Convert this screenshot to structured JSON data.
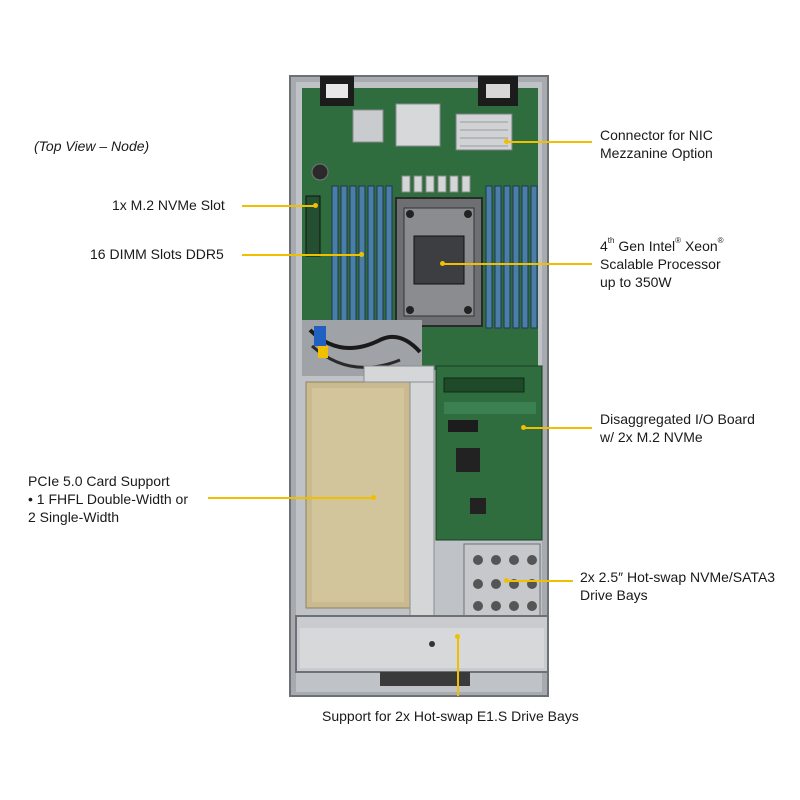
{
  "caption": "(Top View – Node)",
  "labels": {
    "nic_line1": "Connector for NIC",
    "nic_line2": "Mezzanine Option",
    "m2": "1x M.2 NVMe Slot",
    "dimm": "16 DIMM Slots DDR5",
    "cpu_gen_num": "4",
    "cpu_gen_sup": "th",
    "cpu_gen_rest": " Gen Intel",
    "cpu_reg1": "®",
    "cpu_xeon": " Xeon",
    "cpu_reg2": "®",
    "cpu_line2": "Scalable Processor",
    "cpu_line3": "up to 350W",
    "io_line1": "Disaggregated I/O Board",
    "io_line2": "w/ 2x M.2 NVMe",
    "pcie_line1": "PCIe 5.0 Card Support",
    "pcie_line2": "•  1 FHFL Double-Width or",
    "pcie_line3": "2 Single-Width",
    "drive_line1": "2x 2.5″ Hot-swap NVMe/SATA3",
    "drive_line2": "Drive Bays",
    "e1s": "Support for 2x Hot-swap E1.S Drive Bays"
  },
  "colors": {
    "leader": "#f0c000",
    "pcb": "#2e6b3e",
    "chassis": "#b9bcc0",
    "card": "#c9bb8f"
  }
}
